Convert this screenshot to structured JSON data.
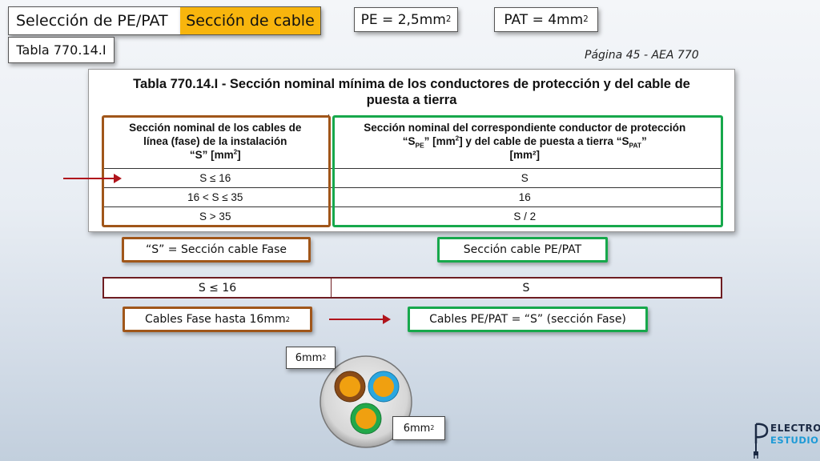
{
  "header": {
    "title": "Selección de PE/PAT",
    "title_accent": "Sección de cable",
    "pe_label": "PE = 2,5mm",
    "pe_sup": "2",
    "pat_label": "PAT = 4mm",
    "pat_sup": "2",
    "tabla_label": "Tabla 770.14.I",
    "page_ref": "Página 45 - AEA 770"
  },
  "table": {
    "heading_line1": "Tabla 770.14.I - Sección nominal mínima de los conductores de protección y del cable de",
    "heading_line2": "puesta a tierra",
    "col1_line1": "Sección nominal de los cables de",
    "col1_line2": "línea (fase) de la instalación",
    "col1_line3": "“S” [mm",
    "col1_sup": "2",
    "col1_end": "]",
    "col2_line1": "Sección nominal del correspondiente conductor de protección",
    "col2_a": "“S",
    "col2_sub1": "PE",
    "col2_b": "” [mm",
    "col2_sup1": "2",
    "col2_c": "] y del cable de puesta a tierra “S",
    "col2_sub2": "PAT",
    "col2_d": "”",
    "col2_line3": "[mm²]",
    "rows": [
      {
        "range": "S ≤ 16",
        "value": "S"
      },
      {
        "range": "16 < S ≤ 35",
        "value": "16"
      },
      {
        "range": "S > 35",
        "value": "S / 2"
      }
    ]
  },
  "tags": {
    "fase": "“S” = Sección cable Fase",
    "pe": "Sección cable PE/PAT",
    "hasta": "Cables Fase hasta 16mm",
    "hasta_sup": "2",
    "result": "Cables PE/PAT = “S” (sección Fase)"
  },
  "mini_row": {
    "range": "S ≤ 16",
    "value": "S"
  },
  "cable": {
    "label_top": "6mm",
    "label_top_sup": "2",
    "label_bottom": "6mm",
    "label_bottom_sup": "2"
  },
  "logo": {
    "line1": "ELECTRO",
    "line2": "ESTUDIO"
  },
  "colors": {
    "accent": "#f8b50d",
    "brown": "#a0561a",
    "green": "#17a84c",
    "arrow": "#b0141c",
    "wire_brown": "#8a4b17",
    "wire_blue": "#2aa7e0",
    "wire_ye": "#f0a010",
    "wire_green": "#22a84a"
  }
}
